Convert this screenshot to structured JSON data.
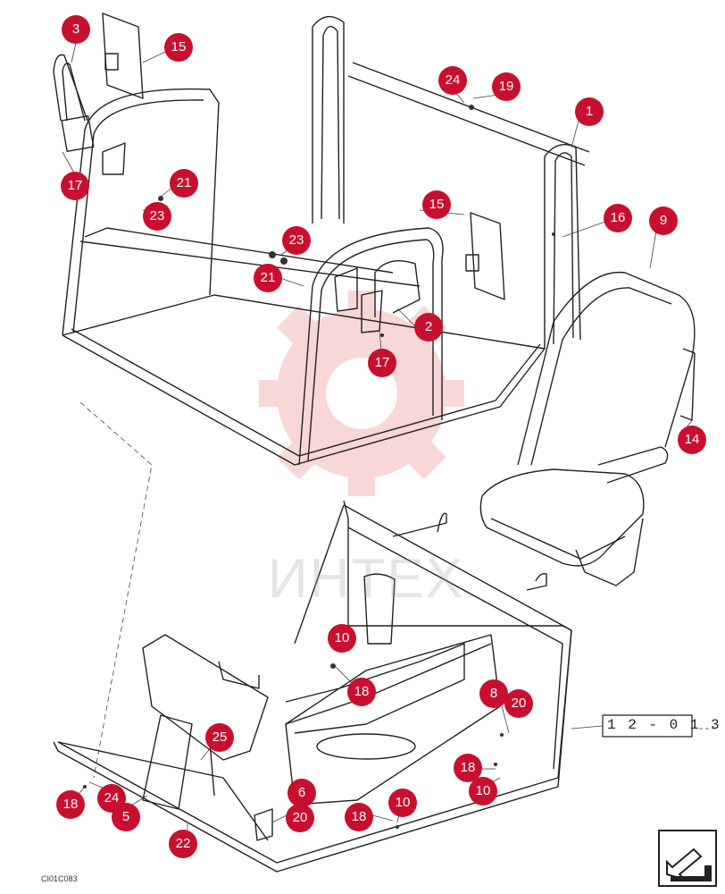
{
  "diagram": {
    "sheet_code": "CI01C083",
    "reference": "1 2 - 0 1 3",
    "watermark": "ИНТЕХ",
    "callouts": [
      "1",
      "2",
      "3",
      "5",
      "6",
      "8",
      "9",
      "10",
      "10",
      "10",
      "14",
      "15",
      "15",
      "16",
      "17",
      "17",
      "18",
      "18",
      "18",
      "18",
      "19",
      "20",
      "20",
      "21",
      "21",
      "22",
      "23",
      "23",
      "24",
      "24",
      "25"
    ],
    "colors": {
      "callout": "#c8102e",
      "line": "#222222",
      "watermark": "#f2b3b3"
    },
    "icons": [
      "gear-watermark-icon",
      "next-page-arrow-icon"
    ]
  }
}
